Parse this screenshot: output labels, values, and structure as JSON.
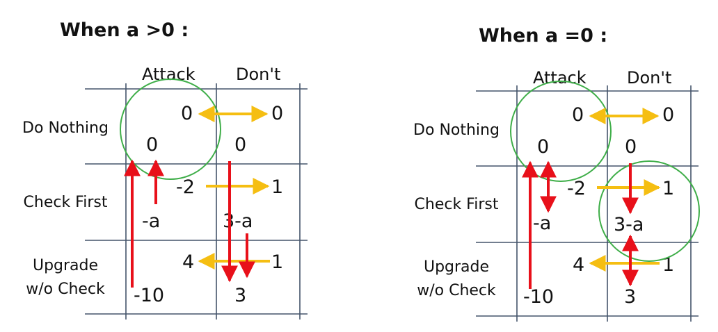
{
  "panels": [
    {
      "title": "When a >0 :",
      "columns": [
        "Attack",
        "Don't"
      ],
      "rows": [
        "Do Nothing",
        "Check First",
        "Upgrade w/o Check"
      ],
      "payoffs": [
        {
          "row": "Do Nothing",
          "attack_player1": "0",
          "attack_player2": "0",
          "dont_player1": "0",
          "dont_player2": "0"
        },
        {
          "row": "Check First",
          "attack_player1": "-a",
          "attack_player2": "-2",
          "dont_player1": "3-a",
          "dont_player2": "1"
        },
        {
          "row": "Upgrade w/o Check",
          "attack_player1": "-10",
          "attack_player2": "4",
          "dont_player1": "3",
          "dont_player2": "1"
        }
      ],
      "row_labels": {
        "r1": "Do Nothing",
        "r2": "Check First",
        "r3a": "Upgrade",
        "r3b": "w/o Check"
      }
    },
    {
      "title": "When a =0 :",
      "columns": [
        "Attack",
        "Don't"
      ],
      "rows": [
        "Do Nothing",
        "Check First",
        "Upgrade w/o Check"
      ],
      "payoffs": [
        {
          "row": "Do Nothing",
          "attack_player1": "0",
          "attack_player2": "0",
          "dont_player1": "0",
          "dont_player2": "0"
        },
        {
          "row": "Check First",
          "attack_player1": "-a",
          "attack_player2": "-2",
          "dont_player1": "3-a",
          "dont_player2": "1"
        },
        {
          "row": "Upgrade w/o Check",
          "attack_player1": "-10",
          "attack_player2": "4",
          "dont_player1": "3",
          "dont_player2": "1"
        }
      ],
      "row_labels": {
        "r1": "Do Nothing",
        "r2": "Check First",
        "r3a": "Upgrade",
        "r3b": "w/o Check"
      }
    }
  ],
  "colors": {
    "grid": "#44546A",
    "row_player_arrow": "#E8101A",
    "column_player_arrow": "#F5BE12",
    "equilibrium_circle": "#3FAE49"
  }
}
